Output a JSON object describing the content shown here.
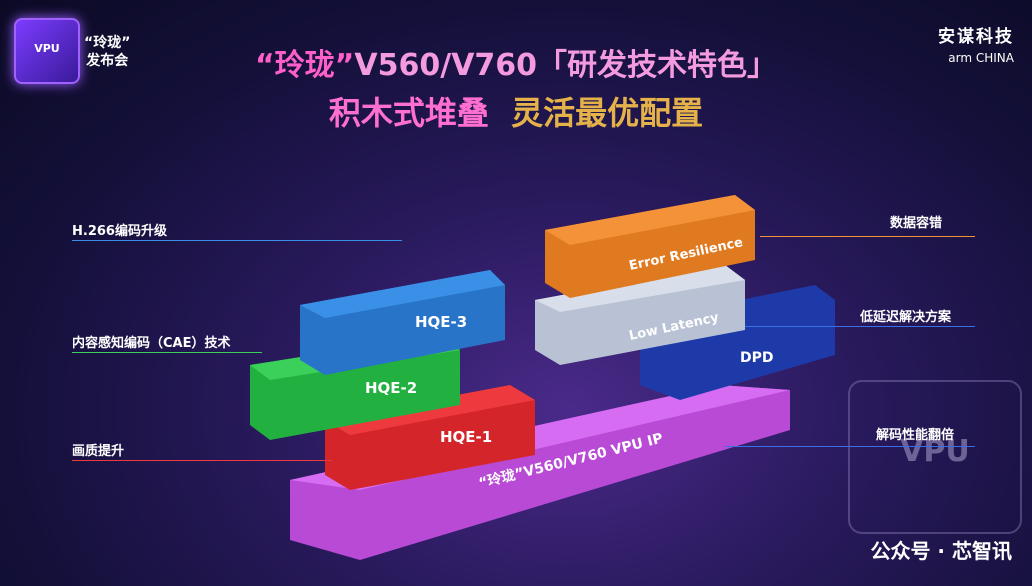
{
  "header": {
    "logo_text": "VPU",
    "launch_line1": "“玲珑”",
    "launch_line2": "发布会",
    "brand_cn": "安谋科技",
    "brand_en": "arm CHINA"
  },
  "title": {
    "line1_a": "“玲珑”",
    "line1_b": "V560/V760「研发技术特色」",
    "line2_a": "积木式堆叠",
    "line2_b": "灵活最优配置"
  },
  "bricks": {
    "hqe3": "HQE-3",
    "hqe2": "HQE-2",
    "hqe1": "HQE-1",
    "error": "Error Resilience",
    "latency": "Low Latency",
    "dpd": "DPD",
    "base": "“玲珑”V560/V760 VPU IP"
  },
  "labels": {
    "h266": "H.266编码升级",
    "cae": "内容感知编码（CAE）技术",
    "quality": "画质提升",
    "resilience": "数据容错",
    "latency": "低延迟解决方案",
    "decode": "解码性能翻倍"
  },
  "chip_text": "VPU",
  "watermark": "公众号 · 芯智讯"
}
